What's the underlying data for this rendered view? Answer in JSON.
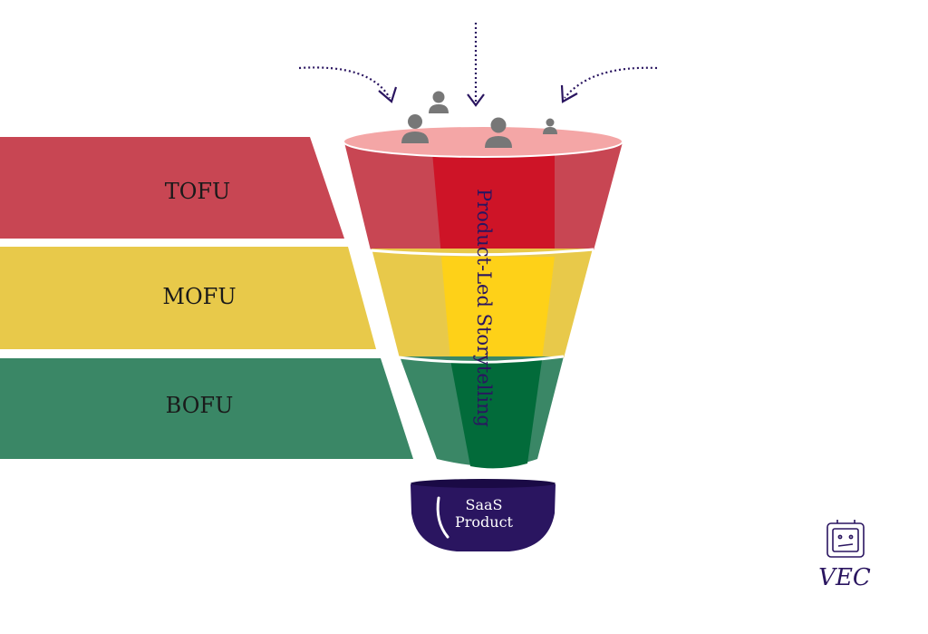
{
  "stages": [
    {
      "label": "TOFU",
      "color": "#c84653",
      "band_color": "#c84653",
      "center_color": "#ce1427",
      "side_color": "#c84653"
    },
    {
      "label": "MOFU",
      "color": "#e8c94a",
      "band_color": "#e8c94a",
      "center_color": "#fed118",
      "side_color": "#e8c94a"
    },
    {
      "label": "BOFU",
      "color": "#3a8766",
      "band_color": "#3a8766",
      "center_color": "#026b3a",
      "side_color": "#3a8766"
    }
  ],
  "funnel": {
    "vertical_label": "Product-Led Storytelling",
    "rim_color": "#f4a6a6",
    "text_color": "#2a1560"
  },
  "bowl": {
    "line1": "SaaS",
    "line2": "Product",
    "color": "#2a1560"
  },
  "arrows": {
    "color": "#2a1560"
  },
  "icons": {
    "person": "user-icon",
    "person_color": "#777777"
  },
  "logo": {
    "text": "VEC",
    "color": "#2a1560",
    "icon": "robot-face-icon"
  }
}
